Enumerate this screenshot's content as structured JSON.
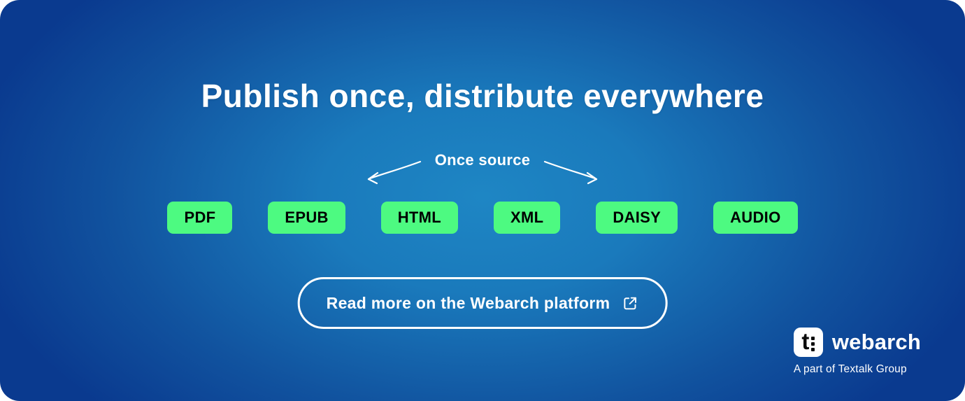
{
  "banner": {
    "title": "Publish once, distribute everywhere",
    "source_label": "Once source",
    "formats": [
      "PDF",
      "EPUB",
      "HTML",
      "XML",
      "DAISY",
      "AUDIO"
    ],
    "cta": {
      "label": "Read more on the Webarch platform",
      "icon": "external-link-icon"
    },
    "logo": {
      "mark_letter": "t",
      "name": "webarch",
      "tagline": "A part of Textalk Group"
    },
    "colors": {
      "background_edge": "#0a3a8f",
      "background_center": "#1e86c4",
      "format_badge_green": "#4dfa81",
      "badge_text": "#000000",
      "text": "#ffffff"
    }
  }
}
